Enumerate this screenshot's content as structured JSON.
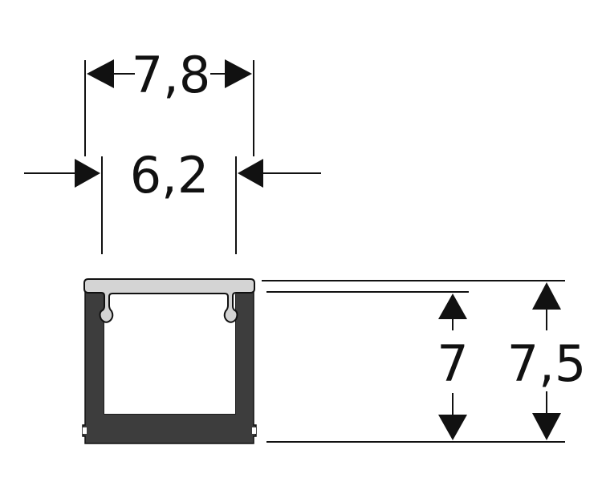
{
  "dimensions": {
    "outer_width": "7,8",
    "inner_width": "6,2",
    "inner_height": "7",
    "outer_height": "7,5"
  },
  "colors": {
    "ink": "#111111",
    "profile_body": "#3d3d3d",
    "diffuser_cover": "#d4d4d4",
    "background": "#ffffff"
  }
}
